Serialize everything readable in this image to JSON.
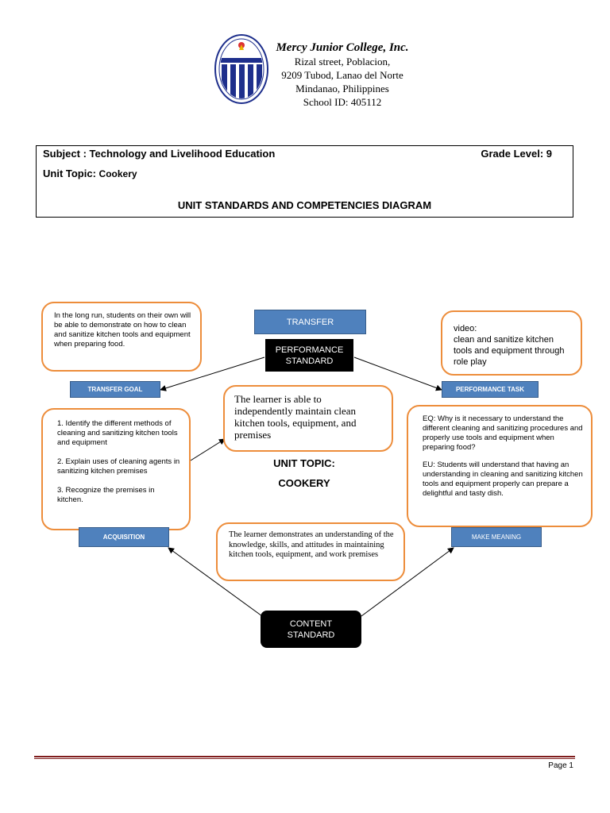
{
  "header": {
    "org_name": "Mercy Junior College, Inc.",
    "address_lines": [
      "Rizal street, Poblacion,",
      "9209 Tubod, Lanao del Norte",
      "Mindanao, Philippines",
      "School ID: 405112"
    ]
  },
  "info": {
    "subject": "Subject : Technology and Livelihood Education",
    "grade": "Grade Level:  9",
    "unit_topic_label": "Unit Topic:",
    "unit_topic_value": "Cookery",
    "diagram_title": "UNIT STANDARDS AND COMPETENCIES DIAGRAM"
  },
  "diagram": {
    "transfer_goal_text": "In the long run, students on their own will be able to demonstrate on how to clean and sanitize kitchen tools and equipment when preparing food.",
    "transfer_label": "TRANSFER",
    "performance_standard_label": "PERFORMANCE STANDARD",
    "performance_task_text": "video:\nclean and sanitize kitchen tools and equipment through role play",
    "transfer_goal_label": "TRANSFER GOAL",
    "performance_task_label": "PERFORMANCE TASK",
    "performance_standard_text": "The learner is able to independently maintain clean kitchen tools, equipment, and premises",
    "unit_topic_heading": "UNIT TOPIC:",
    "unit_topic_name": "COOKERY",
    "acquisition_items": [
      "1. Identify the different methods of cleaning and sanitizing kitchen tools and equipment",
      "2. Explain uses of cleaning agents in sanitizing kitchen premises",
      "3. Recognize the premises in kitchen."
    ],
    "acquisition_label": "ACQUISITION",
    "make_meaning_eq": "EQ: Why is it necessary to understand the different cleaning and sanitizing procedures and properly use tools and equipment when preparing food?",
    "make_meaning_eu": "EU: Students will understand that having an understanding in cleaning and sanitizing kitchen tools and equipment properly can prepare a delightful and tasty dish.",
    "make_meaning_label": "MAKE MEANING",
    "content_standard_text": "The learner demonstrates an understanding of the knowledge, skills, and attitudes in maintaining kitchen tools, equipment, and work premises",
    "content_standard_label": "CONTENT STANDARD"
  },
  "footer": {
    "page": "Page 1"
  },
  "colors": {
    "orange_border": "#ed8d3b",
    "label_blue": "#4f81bd",
    "footer_line": "#7f1d1d"
  }
}
